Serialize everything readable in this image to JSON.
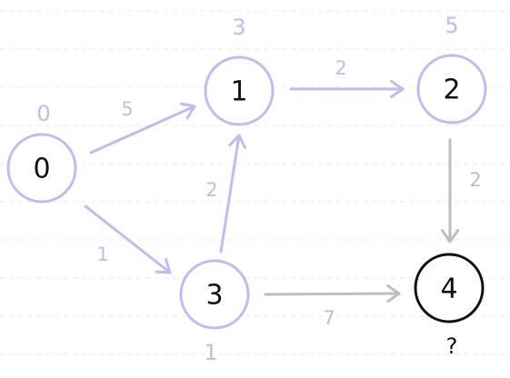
{
  "colors": {
    "visited": "#bcbcf6",
    "pending": "#bebebe",
    "active": "#111111",
    "node_text": "#111111",
    "background": "#ffffff"
  },
  "nodes": [
    {
      "id": "0",
      "label": "0",
      "distance": "0",
      "state": "visited"
    },
    {
      "id": "1",
      "label": "1",
      "distance": "3",
      "state": "visited"
    },
    {
      "id": "2",
      "label": "2",
      "distance": "5",
      "state": "visited"
    },
    {
      "id": "3",
      "label": "3",
      "distance": "1",
      "state": "visited"
    },
    {
      "id": "4",
      "label": "4",
      "distance": "?",
      "state": "active"
    }
  ],
  "edges": [
    {
      "from": "0",
      "to": "1",
      "weight": "5",
      "state": "visited"
    },
    {
      "from": "0",
      "to": "3",
      "weight": "1",
      "state": "visited"
    },
    {
      "from": "3",
      "to": "1",
      "weight": "2",
      "state": "visited"
    },
    {
      "from": "1",
      "to": "2",
      "weight": "2",
      "state": "visited"
    },
    {
      "from": "2",
      "to": "4",
      "weight": "2",
      "state": "pending"
    },
    {
      "from": "3",
      "to": "4",
      "weight": "7",
      "state": "pending"
    }
  ]
}
